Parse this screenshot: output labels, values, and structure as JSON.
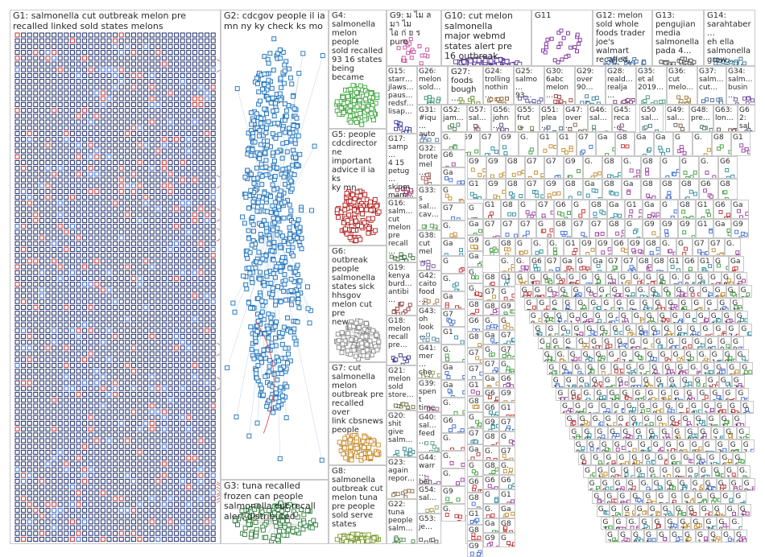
{
  "groups": [
    {
      "id": "G1",
      "label": "G1: salmonella cut outbreak melon pre recalled linked sold states melons",
      "color": "#1f2e6b",
      "kind": "grid"
    },
    {
      "id": "G2",
      "label": "G2: cdcgov people il ia mn ny ky check ks mo",
      "color": "#1c6fb8",
      "kind": "ellipse"
    },
    {
      "id": "G3",
      "label": "G3: tuna recalled frozen can people salmonella cut recall alert distributed",
      "color": "#2e7d3b",
      "kind": "cluster"
    },
    {
      "id": "G4",
      "label": "G4:\nsalmonella\nmelon people\nsold recalled\n93 16 states\nbeing\nbecame",
      "color": "#3aa63a",
      "kind": "cluster"
    },
    {
      "id": "G5",
      "label": "G5: people\ncdcdirector\nne important\nadvice il ia ks\nky mn",
      "color": "#b01818",
      "kind": "cluster"
    },
    {
      "id": "G6",
      "label": "G6: outbreak\npeople\nsalmonella\nstates sick\nhhsgov\nmelon cut pre\nnew",
      "color": "#8a8a8a",
      "kind": "cluster"
    },
    {
      "id": "G7",
      "label": "G7: cut\nsalmonella\nmelon\noutbreak pre\nrecalled over\nlink cbsnews\npeople",
      "color": "#c78a2a",
      "kind": "cluster"
    },
    {
      "id": "G8",
      "label": "G8:\nsalmonella\noutbreak cut\nmelon tuna\npre people\nsold serve\nstates",
      "color": "#7a9a2a",
      "kind": "cluster"
    },
    {
      "id": "G9",
      "label": "G9: ม ไม ล มา ไม\nไอ ก่ ย ร pure",
      "color": "#c24a9a",
      "kind": "cluster"
    },
    {
      "id": "G10",
      "label": "G10: cut melon\nsalmonella\nmajor webmd\nstates alert pre\n16 outbreak",
      "color": "#5a3a9a",
      "kind": "cluster"
    },
    {
      "id": "G11",
      "label": "G11",
      "color": "#7a2a9a",
      "kind": "cluster"
    },
    {
      "id": "G12",
      "label": "G12: melon\nsold whole\nfoods trader\njoe's walmart\nrecalled…",
      "color": "#3a6aa0",
      "kind": "cluster"
    },
    {
      "id": "G13",
      "label": "G13:\npengujian\nmedia\nsalmonella\npada 4…",
      "color": "#4a4a4a",
      "kind": "cluster"
    },
    {
      "id": "G14",
      "label": "G14:\nsarahtaber…\neh ella\nsalmonella\ngrow…",
      "color": "#2a6a8a",
      "kind": "cluster"
    },
    {
      "id": "G15",
      "label": "G15:\nstarr…\njlaws…\npaus…\nredsf…\nlisap…",
      "color": "#3a3aa0",
      "kind": "cluster"
    },
    {
      "id": "G26",
      "label": "G26:\nmelon\nsold…",
      "color": "#2a8a6a",
      "kind": "cluster"
    },
    {
      "id": "G27",
      "label": "G27:\nfoods\nbough…",
      "color": "#6a8a2a",
      "kind": "cluster"
    },
    {
      "id": "G24",
      "label": "G24:\ntrolling\nnothin…",
      "color": "#8a5a2a",
      "kind": "cluster"
    },
    {
      "id": "G25",
      "label": "G25:\nsalmo…\n93…",
      "color": "#5a5aa0",
      "kind": "cluster"
    },
    {
      "id": "G30",
      "label": "G30:\n6abc\nmelon…",
      "color": "#a03a3a",
      "kind": "cluster"
    },
    {
      "id": "G29",
      "label": "G29:\nover\n90…",
      "color": "#3a7a9a",
      "kind": "cluster"
    },
    {
      "id": "G28",
      "label": "G28:\nreald…\nrealja…",
      "color": "#7a3a7a",
      "kind": "cluster"
    },
    {
      "id": "G35",
      "label": "G35:\net al\n2019…",
      "color": "#3a9a7a",
      "kind": "cluster"
    },
    {
      "id": "G36",
      "label": "G36:\ncut\nmelo…",
      "color": "#9a7a3a",
      "kind": "cluster"
    },
    {
      "id": "G37",
      "label": "G37:\nsalm…\ncut…",
      "color": "#4a6a9a",
      "kind": "cluster"
    },
    {
      "id": "G34",
      "label": "G34:\nsalm…\nbusin…",
      "color": "#6a4a9a",
      "kind": "cluster"
    },
    {
      "id": "G17",
      "label": "G17:\nsamp…\n4 15\npetug…\nskipm\nmam…",
      "color": "#9a3a6a",
      "kind": "cluster"
    },
    {
      "id": "G16",
      "label": "G16:\nsalm…\ncut\nmelon\npre\nrecall…",
      "color": "#3a6a3a",
      "kind": "cluster"
    },
    {
      "id": "G19",
      "label": "G19:\nkenya\nburd…\nantibi…",
      "color": "#8a3a3a",
      "kind": "cluster"
    },
    {
      "id": "G18",
      "label": "G18:\nmelon\nrecall\npre…",
      "color": "#3a3a8a",
      "kind": "cluster"
    },
    {
      "id": "G21",
      "label": "G21:\nmelon\nsold\nstore…",
      "color": "#6a6a3a",
      "kind": "cluster"
    },
    {
      "id": "G20",
      "label": "G20:\nshit\ngive\nsalm…",
      "color": "#3a8a8a",
      "kind": "cluster"
    },
    {
      "id": "G23",
      "label": "G23:\nagain\nrepor…",
      "color": "#8a6a4a",
      "kind": "cluster"
    },
    {
      "id": "G22",
      "label": "G22:\ntuna\npeople\nsalm…",
      "color": "#4a8a4a",
      "kind": "cluster"
    },
    {
      "id": "G31",
      "label": "G31:\n#iqu…\nauto…",
      "color": "#5a7aa0",
      "kind": "cluster"
    },
    {
      "id": "G32",
      "label": "G32:\nbrote\nmel…",
      "color": "#a05a5a",
      "kind": "cluster"
    },
    {
      "id": "G33",
      "label": "G33:\ns\nsal…\ncav…",
      "color": "#5aa05a",
      "kind": "cluster"
    },
    {
      "id": "G38",
      "label": "G38:\ncut\nmel…",
      "color": "#7a5aa0",
      "kind": "cluster"
    },
    {
      "id": "G42",
      "label": "G42:\ncaito\nfood…",
      "color": "#a07a5a",
      "kind": "cluster"
    },
    {
      "id": "G43",
      "label": "G43:\noh\nlook…",
      "color": "#5a8aa0",
      "kind": "cluster"
    },
    {
      "id": "G41",
      "label": "G41:\nmer…\nche…",
      "color": "#8aa05a",
      "kind": "cluster"
    },
    {
      "id": "G39",
      "label": "G39:\nspent\ntime…",
      "color": "#a05a8a",
      "kind": "cluster"
    },
    {
      "id": "G40",
      "label": "G40:\nsal…\nfeed…",
      "color": "#5aa08a",
      "kind": "cluster"
    },
    {
      "id": "G44",
      "label": "G44:\nwarr…\nben…",
      "color": "#8a5aa0",
      "kind": "cluster"
    },
    {
      "id": "G54",
      "label": "G54:\nsal…",
      "color": "#a0a05a",
      "kind": "cluster"
    },
    {
      "id": "G53",
      "label": "G53:\nje…",
      "color": "#5a5a5a",
      "kind": "cluster"
    },
    {
      "id": "G52",
      "label": "G52:\njam…",
      "color": "#4a7a5a",
      "kind": "cluster"
    },
    {
      "id": "G57",
      "label": "G57:\nsal…",
      "color": "#7a4a5a",
      "kind": "cluster"
    },
    {
      "id": "G56",
      "label": "G56:\njohn…",
      "color": "#5a4a7a",
      "kind": "cluster"
    },
    {
      "id": "G55",
      "label": "G55:\nfrut…",
      "color": "#7a7a4a",
      "kind": "cluster"
    },
    {
      "id": "G51",
      "label": "G51:\nplea…",
      "color": "#4a5a7a",
      "kind": "cluster"
    },
    {
      "id": "G47",
      "label": "G47:\nover…",
      "color": "#7a5a4a",
      "kind": "cluster"
    },
    {
      "id": "G46",
      "label": "G46:\nsal…",
      "color": "#5a7a7a",
      "kind": "cluster"
    },
    {
      "id": "G45",
      "label": "G45:\nreca…",
      "color": "#7a4a7a",
      "kind": "cluster"
    },
    {
      "id": "G50",
      "label": "G50\nsal…",
      "color": "#4a7a7a",
      "kind": "cluster"
    },
    {
      "id": "G49",
      "label": "G49:\nsal…",
      "color": "#6a5a4a",
      "kind": "cluster"
    },
    {
      "id": "G48",
      "label": "G48:\npre…",
      "color": "#4a6a6a",
      "kind": "cluster"
    },
    {
      "id": "G63",
      "label": "G63:\nlon…",
      "color": "#6a4a4a",
      "kind": "cluster"
    },
    {
      "id": "G62",
      "label": "G62:\nsal…",
      "color": "#4a4a6a",
      "kind": "cluster"
    },
    {
      "id": "G68",
      "label": "G68",
      "color": "#6a6a6a",
      "kind": "cluster"
    }
  ],
  "micro_labels": [
    "G",
    "G.",
    "G6",
    "G7",
    "G8",
    "G9",
    "G1",
    "Ga"
  ],
  "colors": {
    "background": "#ffffff",
    "border": "#c8c8c8",
    "edge_red": "#e05050",
    "edge_gray": "#b8b8b8",
    "node_dark": "#1f2e6b",
    "node_blue": "#1c6fb8"
  }
}
